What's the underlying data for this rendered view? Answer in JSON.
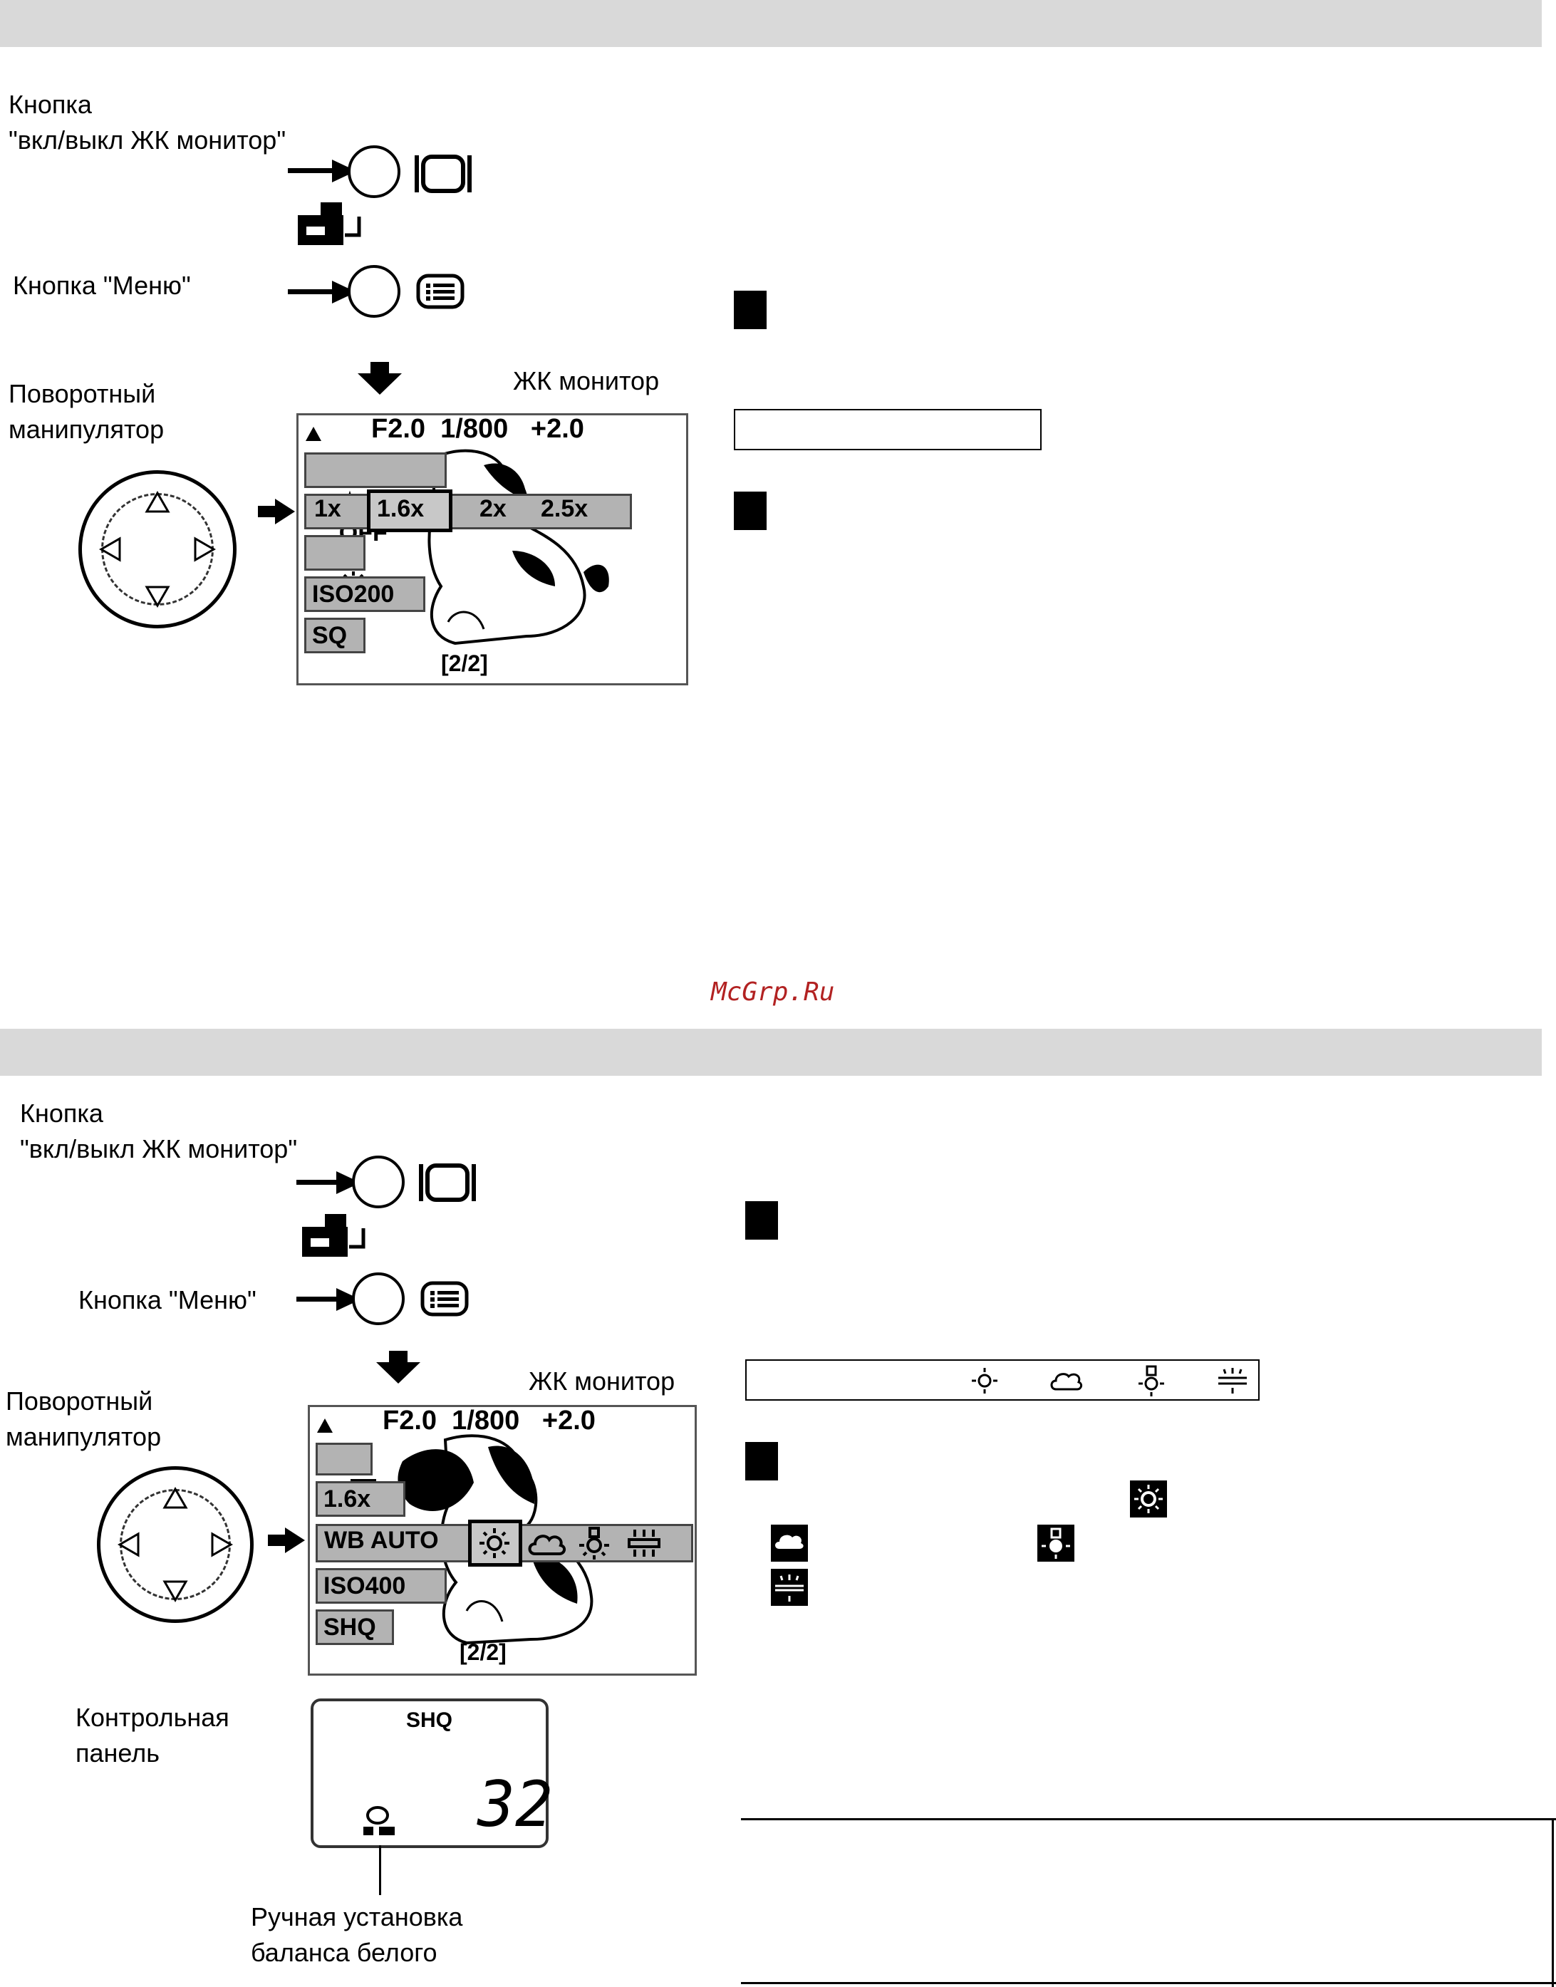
{
  "section1": {
    "label_lcd_button": "Кнопка\n\"вкл/выкл ЖК монитор\"",
    "label_menu_button": "Кнопка \"Меню\"",
    "label_dial": "Поворотный\nманипулятор",
    "label_lcd": "ЖК монитор",
    "lcd": {
      "header": "F2.0  1/800   +2.0",
      "star_value": "OFF",
      "zoom_options": [
        "1x",
        "1.6x",
        "2x",
        "2.5x"
      ],
      "iso": "ISO200",
      "quality": "SQ",
      "page": "[2/2]"
    }
  },
  "section2": {
    "label_lcd_button": "Кнопка\n\"вкл/выкл ЖК монитор\"",
    "label_menu_button": "Кнопка \"Меню\"",
    "label_dial": "Поворотный\nманипулятор",
    "label_lcd": "ЖК монитор",
    "lcd": {
      "header": "F2.0  1/800   +2.0",
      "zoom": "1.6x",
      "wb": "WB AUTO",
      "iso": "ISO400",
      "quality": "SHQ",
      "page": "[2/2]"
    },
    "label_control_panel": "Контрольная\nпанель",
    "control_panel": {
      "quality": "SHQ",
      "count": "32"
    },
    "label_manual_wb": "Ручная установка\nбаланса белого"
  },
  "watermark": "McGrp.Ru",
  "colors": {
    "band": "#d9d9d9",
    "tile": "#b3b3b3",
    "watermark": "#b22222"
  }
}
